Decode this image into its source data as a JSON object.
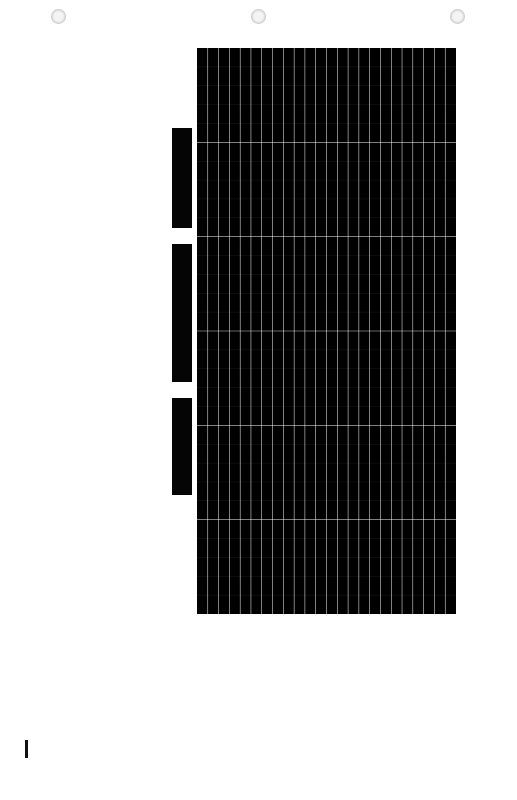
{
  "document": {
    "punch_holes": 3,
    "sidebar_blocks": [
      {
        "text": ""
      },
      {
        "text": ""
      },
      {
        "text": ""
      }
    ],
    "title": "",
    "table": {
      "rows": 30,
      "columns": 24,
      "cells_legible": false
    },
    "colors": {
      "table_background": "#000000",
      "grid_line": "#ffffff",
      "page_background": "#ffffff"
    }
  }
}
